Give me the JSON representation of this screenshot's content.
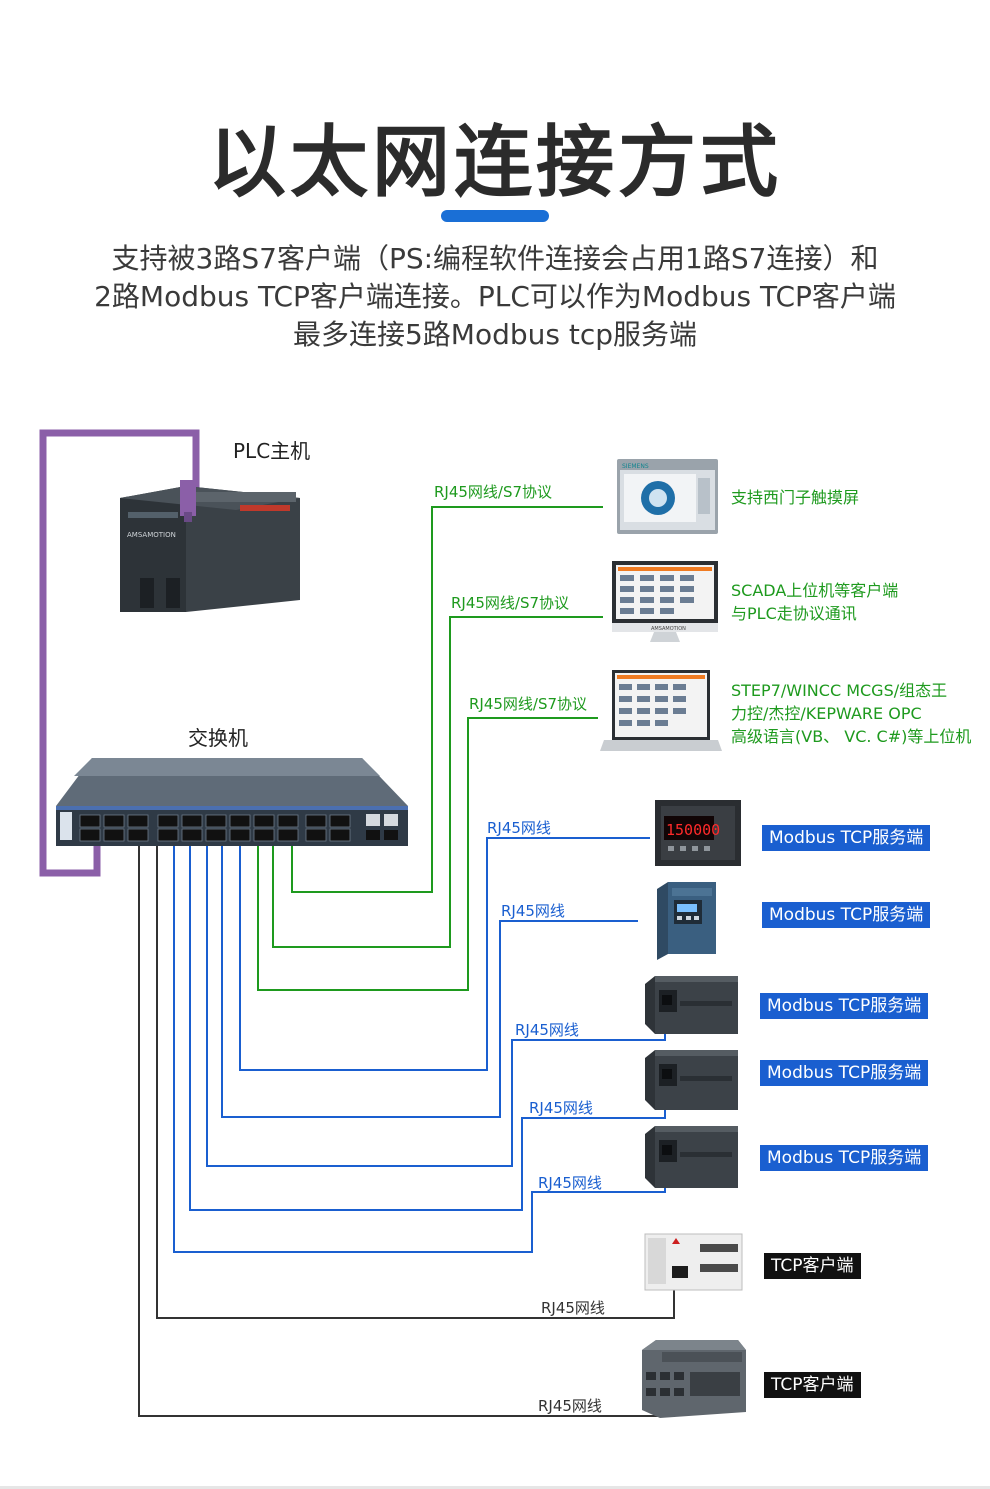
{
  "title": "以太网连接方式",
  "subtitle": [
    "支持被3路S7客户端（PS:编程软件连接会占用1路S7连接）和",
    "2路Modbus TCP客户端连接。PLC可以作为Modbus TCP客户端",
    "最多连接5路Modbus tcp服务端"
  ],
  "colors": {
    "purple": "#8b5fa8",
    "green": "#1e9a1e",
    "blue": "#1a5fd0",
    "black": "#222222",
    "accent": "#1a6fd6"
  },
  "devices": {
    "plc_label": "PLC主机",
    "switch_label": "交换机",
    "plc_brand": "AMSAMOTION",
    "hmi_brand": "SIEMENS",
    "monitor_brand": "AMSAMOTION",
    "meter_display": "150000"
  },
  "s7_links": [
    {
      "cable": "RJ45网线/S7协议",
      "desc": [
        "支持西门子触摸屏"
      ],
      "icon": "hmi-icon"
    },
    {
      "cable": "RJ45网线/S7协议",
      "desc": [
        "SCADA上位机等客户端",
        "与PLC走协议通讯"
      ],
      "icon": "monitor-icon"
    },
    {
      "cable": "RJ45网线/S7协议",
      "desc": [
        "STEP7/WINCC MCGS/组态王",
        "力控/杰控/KEPWARE OPC",
        "高级语言(VB、 VC. C#)等上位机"
      ],
      "icon": "laptop-icon"
    }
  ],
  "modbus_links": [
    {
      "cable": "RJ45网线",
      "badge": "Modbus TCP服务端",
      "icon": "meter-icon"
    },
    {
      "cable": "RJ45网线",
      "badge": "Modbus TCP服务端",
      "icon": "inverter-icon"
    },
    {
      "cable": "RJ45网线",
      "badge": "Modbus TCP服务端",
      "icon": "plc-module-icon"
    },
    {
      "cable": "RJ45网线",
      "badge": "Modbus TCP服务端",
      "icon": "plc-module-icon"
    },
    {
      "cable": "RJ45网线",
      "badge": "Modbus TCP服务端",
      "icon": "plc-module-icon"
    }
  ],
  "tcp_links": [
    {
      "cable": "RJ45网线",
      "badge": "TCP客户端",
      "icon": "mitsubishi-plc-icon"
    },
    {
      "cable": "RJ45网线",
      "badge": "TCP客户端",
      "icon": "s7-1200-plc-icon"
    }
  ]
}
